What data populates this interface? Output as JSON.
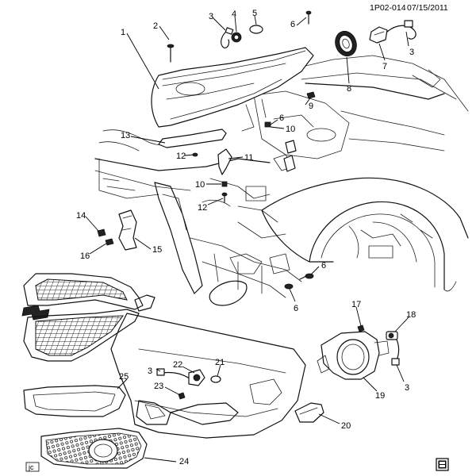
{
  "header": {
    "diagram_id": "1P02-014",
    "date": "07/15/2011"
  },
  "footer": {
    "artist_initials": "jc"
  },
  "callouts": [
    "1",
    "2",
    "3",
    "4",
    "5",
    "6",
    "3",
    "7",
    "8",
    "9",
    "6",
    "10",
    "13",
    "12",
    "11",
    "10",
    "12",
    "14",
    "16",
    "15",
    "6",
    "6",
    "17",
    "18",
    "3",
    "19",
    "20",
    "22",
    "21",
    "3",
    "23",
    "25",
    "24"
  ]
}
